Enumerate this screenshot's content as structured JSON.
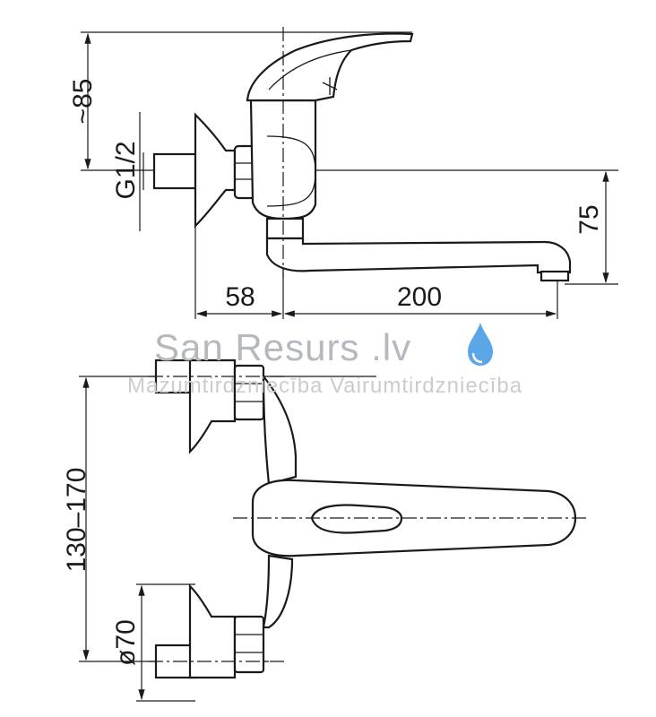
{
  "drawing": {
    "dimensions": {
      "height_handle": "~85",
      "thread": "G1/2",
      "spout_height": "75",
      "wall_offset": "58",
      "spout_length": "200",
      "inlet_spacing": "130–170",
      "rosette_diameter": "ø70"
    }
  },
  "watermark": {
    "title": "San Resurs .lv",
    "subtitle": "Mazumtirdzniecība  Vairumtirdzniecība",
    "drop_color": "#5aa6e6"
  },
  "colors": {
    "line": "#1a1a1a",
    "background": "#ffffff"
  }
}
